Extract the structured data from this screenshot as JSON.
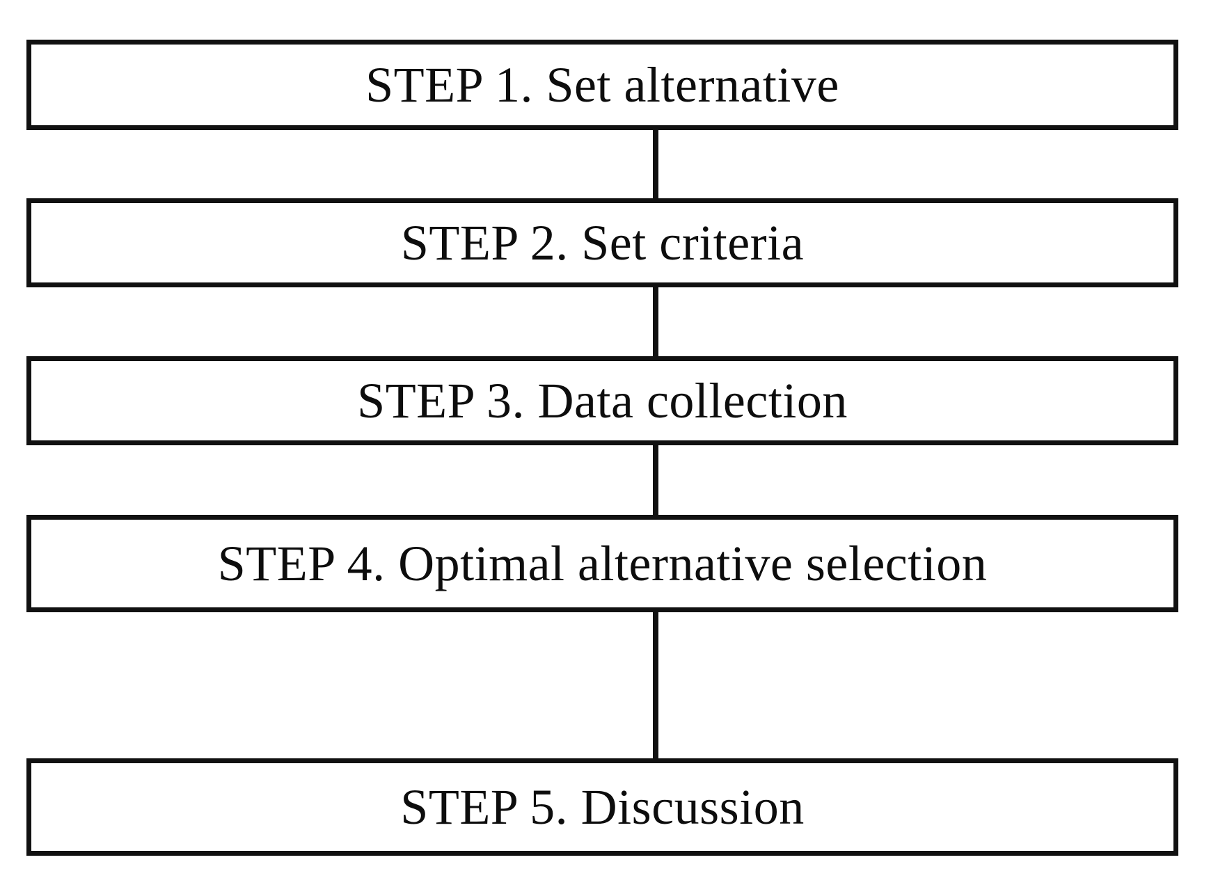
{
  "diagram": {
    "type": "flowchart",
    "orientation": "vertical",
    "title": "",
    "colors": {
      "background": "#ffffff",
      "box_fill": "#ffffff",
      "box_border": "#111111",
      "connector": "#111111",
      "text": "#0d0d0d"
    },
    "steps": [
      {
        "id": "step-1",
        "label": "STEP 1. Set alternative"
      },
      {
        "id": "step-2",
        "label": "STEP 2. Set criteria"
      },
      {
        "id": "step-3",
        "label": "STEP 3. Data collection"
      },
      {
        "id": "step-4",
        "label": "STEP 4. Optimal alternative selection"
      },
      {
        "id": "step-5",
        "label": "STEP 5. Discussion"
      }
    ],
    "connectors": [
      {
        "id": "connector-1-2",
        "from": "step-1",
        "to": "step-2"
      },
      {
        "id": "connector-2-3",
        "from": "step-2",
        "to": "step-3"
      },
      {
        "id": "connector-3-4",
        "from": "step-3",
        "to": "step-4"
      },
      {
        "id": "connector-4-5",
        "from": "step-4",
        "to": "step-5"
      }
    ]
  }
}
